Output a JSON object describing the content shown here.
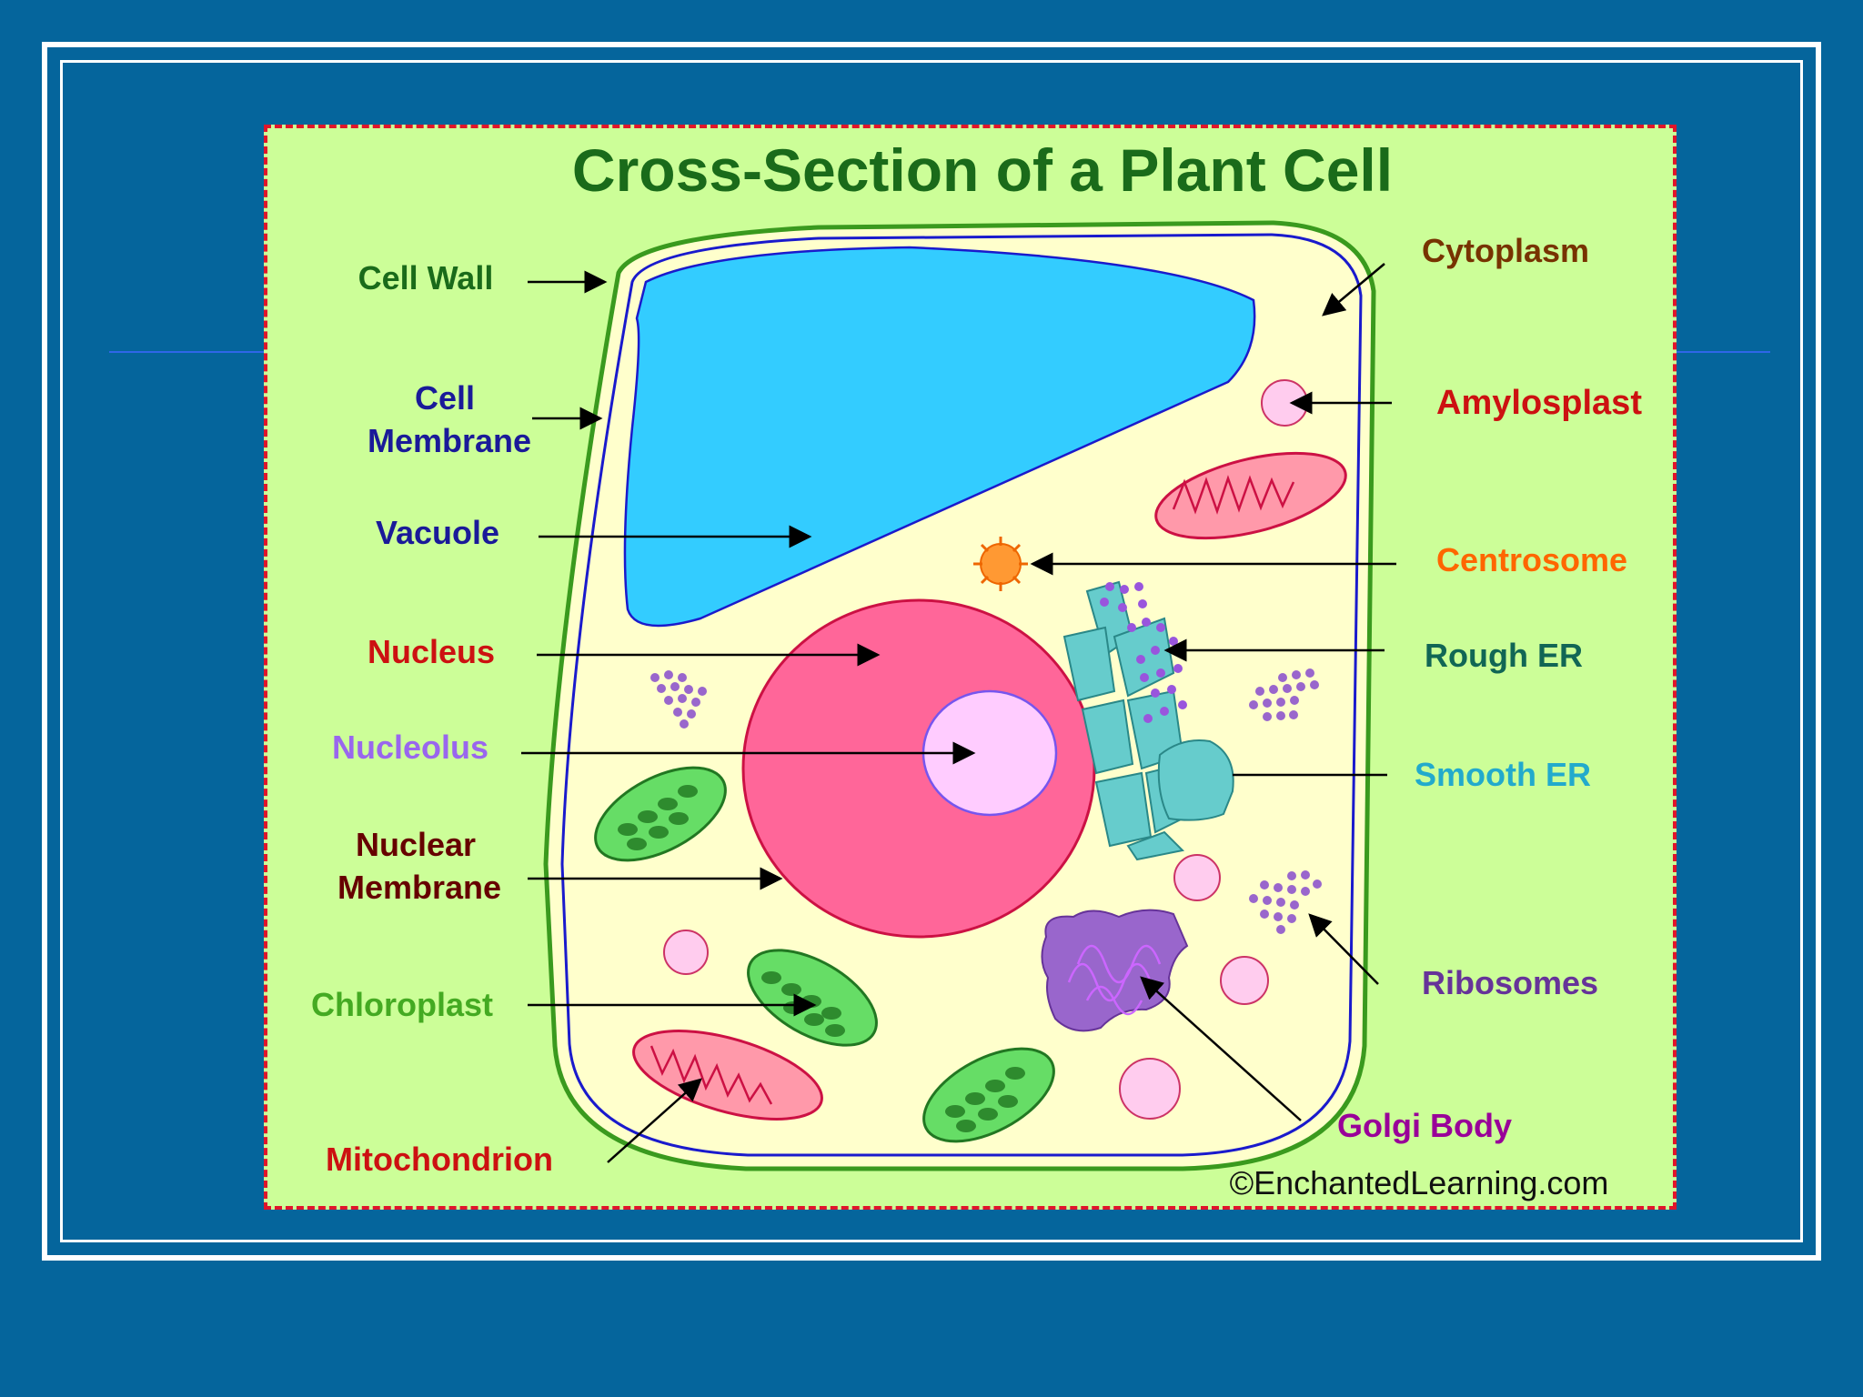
{
  "diagram": {
    "title": "Cross-Section of a Plant Cell",
    "credit": "©EnchantedLearning.com",
    "labels": {
      "cell_wall": "Cell Wall",
      "cell_membrane_1": "Cell",
      "cell_membrane_2": "Membrane",
      "vacuole": "Vacuole",
      "nucleus": "Nucleus",
      "nucleolus": "Nucleolus",
      "nuclear_membrane_1": "Nuclear",
      "nuclear_membrane_2": "Membrane",
      "chloroplast": "Chloroplast",
      "mitochondrion": "Mitochondrion",
      "cytoplasm": "Cytoplasm",
      "amylosplast": "Amylosplast",
      "centrosome": "Centrosome",
      "rough_er": "Rough ER",
      "smooth_er": "Smooth ER",
      "ribosomes": "Ribosomes",
      "golgi_body": "Golgi Body"
    },
    "colors": {
      "slide_background": "#05659c",
      "panel_background": "#ccfe98",
      "panel_border": "#e0152b",
      "cytoplasm": "#ffffcc",
      "cell_wall": "#3a9a1e",
      "cell_membrane": "#1a1acc",
      "vacuole": "#33ccff",
      "nucleus": "#ff6699",
      "nucleolus": "#ffccff",
      "chloroplast": "#66dd66",
      "mitochondrion": "#ff99aa",
      "centrosome": "#ff9933",
      "er": "#66cccc",
      "golgi": "#9966cc",
      "ribosome": "#9966cc",
      "amyloplast": "#ffccee",
      "title_text": "#1a6b1a",
      "cell_wall_text": "#1a6b1a",
      "cell_membrane_text": "#1a1a99",
      "vacuole_text": "#1a1a99",
      "nucleus_text": "#cc1111",
      "nucleolus_text": "#9966ee",
      "nuclear_membrane_text": "#660000",
      "chloroplast_text": "#44aa22",
      "mitochondrion_text": "#cc1111",
      "cytoplasm_text": "#773300",
      "amylosplast_text": "#cc1111",
      "centrosome_text": "#ff6600",
      "rough_er_text": "#116655",
      "smooth_er_text": "#22aacc",
      "ribosomes_text": "#663399",
      "golgi_text": "#990099",
      "credit_text": "#111111"
    }
  }
}
